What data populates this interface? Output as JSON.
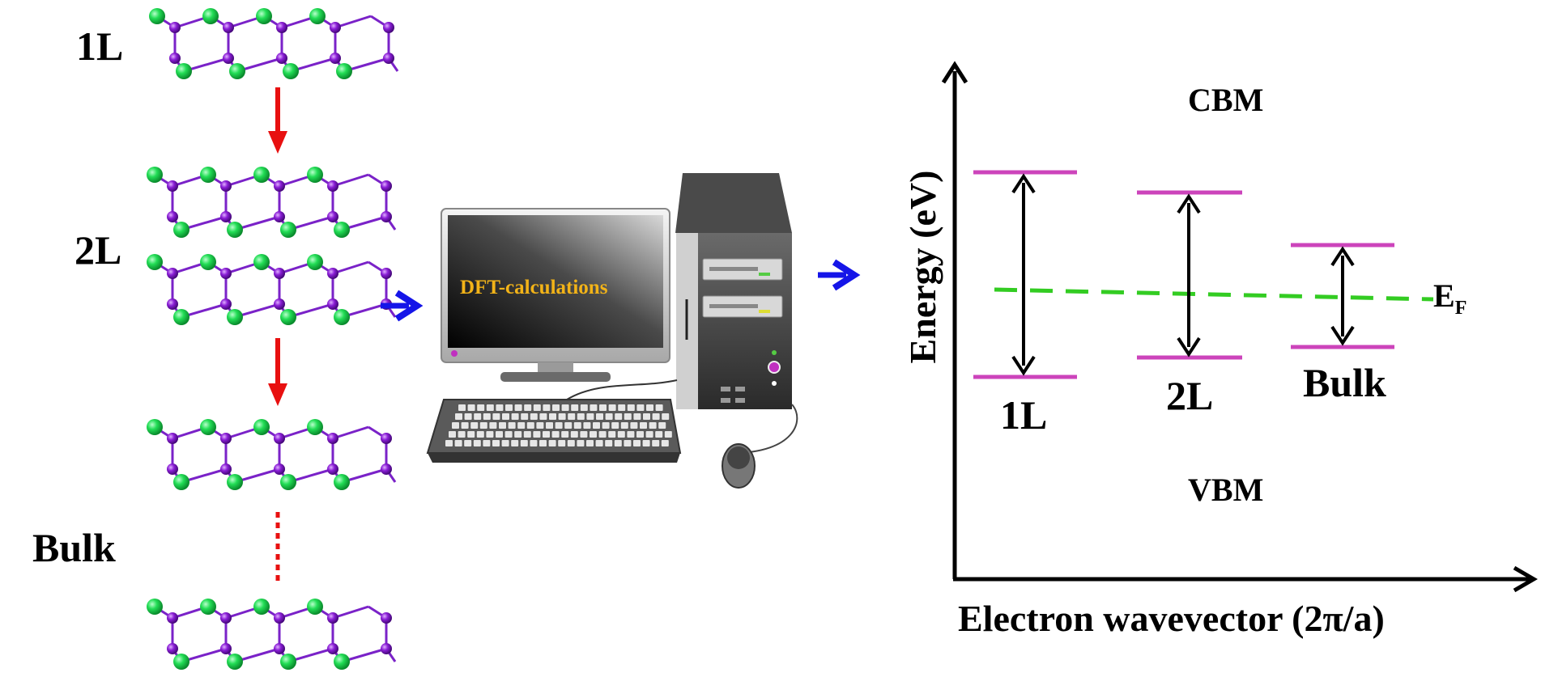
{
  "left_panel": {
    "labels": [
      "1L",
      "2L",
      "Bulk"
    ]
  },
  "computer": {
    "screen_text": "DFT-calculations"
  },
  "energy_diagram": {
    "y_axis_label": "Energy (eV)",
    "x_axis_label": "Electron wavevector (2π/a)",
    "cbm_label": "CBM",
    "vbm_label": "VBM",
    "fermi_label": "E",
    "fermi_subscript": "F",
    "bands": [
      {
        "name": "1L"
      },
      {
        "name": "2L"
      },
      {
        "name": "Bulk"
      }
    ]
  },
  "colors": {
    "atom_green": "#22dd55",
    "atom_purple": "#8a1ed6",
    "bond_purple": "#7a22c8",
    "down_arrow": "#e81010",
    "flow_arrow": "#1515e8",
    "band_edge": "#cc44bb",
    "fermi_line": "#33cc22",
    "screen_text": "#f2b318"
  }
}
